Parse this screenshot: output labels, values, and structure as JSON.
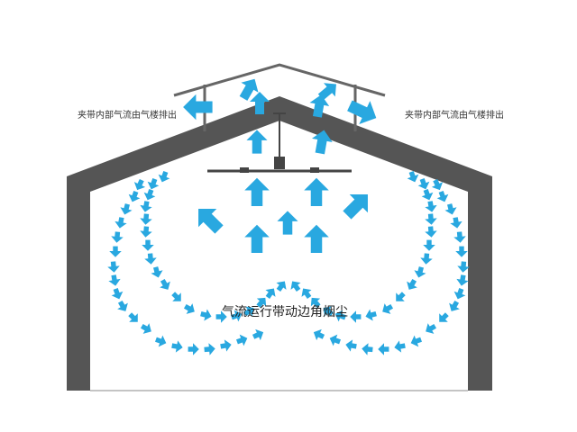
{
  "labels": {
    "exhaust_left": "夹带内部气流由气楼排出",
    "exhaust_right": "夹带内部气流由气楼排出",
    "center": "气流运行带动边角烟尘"
  },
  "colors": {
    "building": "#555555",
    "roof_vent": "#666666",
    "arrow": "#29a8e0",
    "fan": "#444444"
  },
  "icons": {
    "fan": "ceiling-fan-icon",
    "airflow": "arrow-icon"
  }
}
